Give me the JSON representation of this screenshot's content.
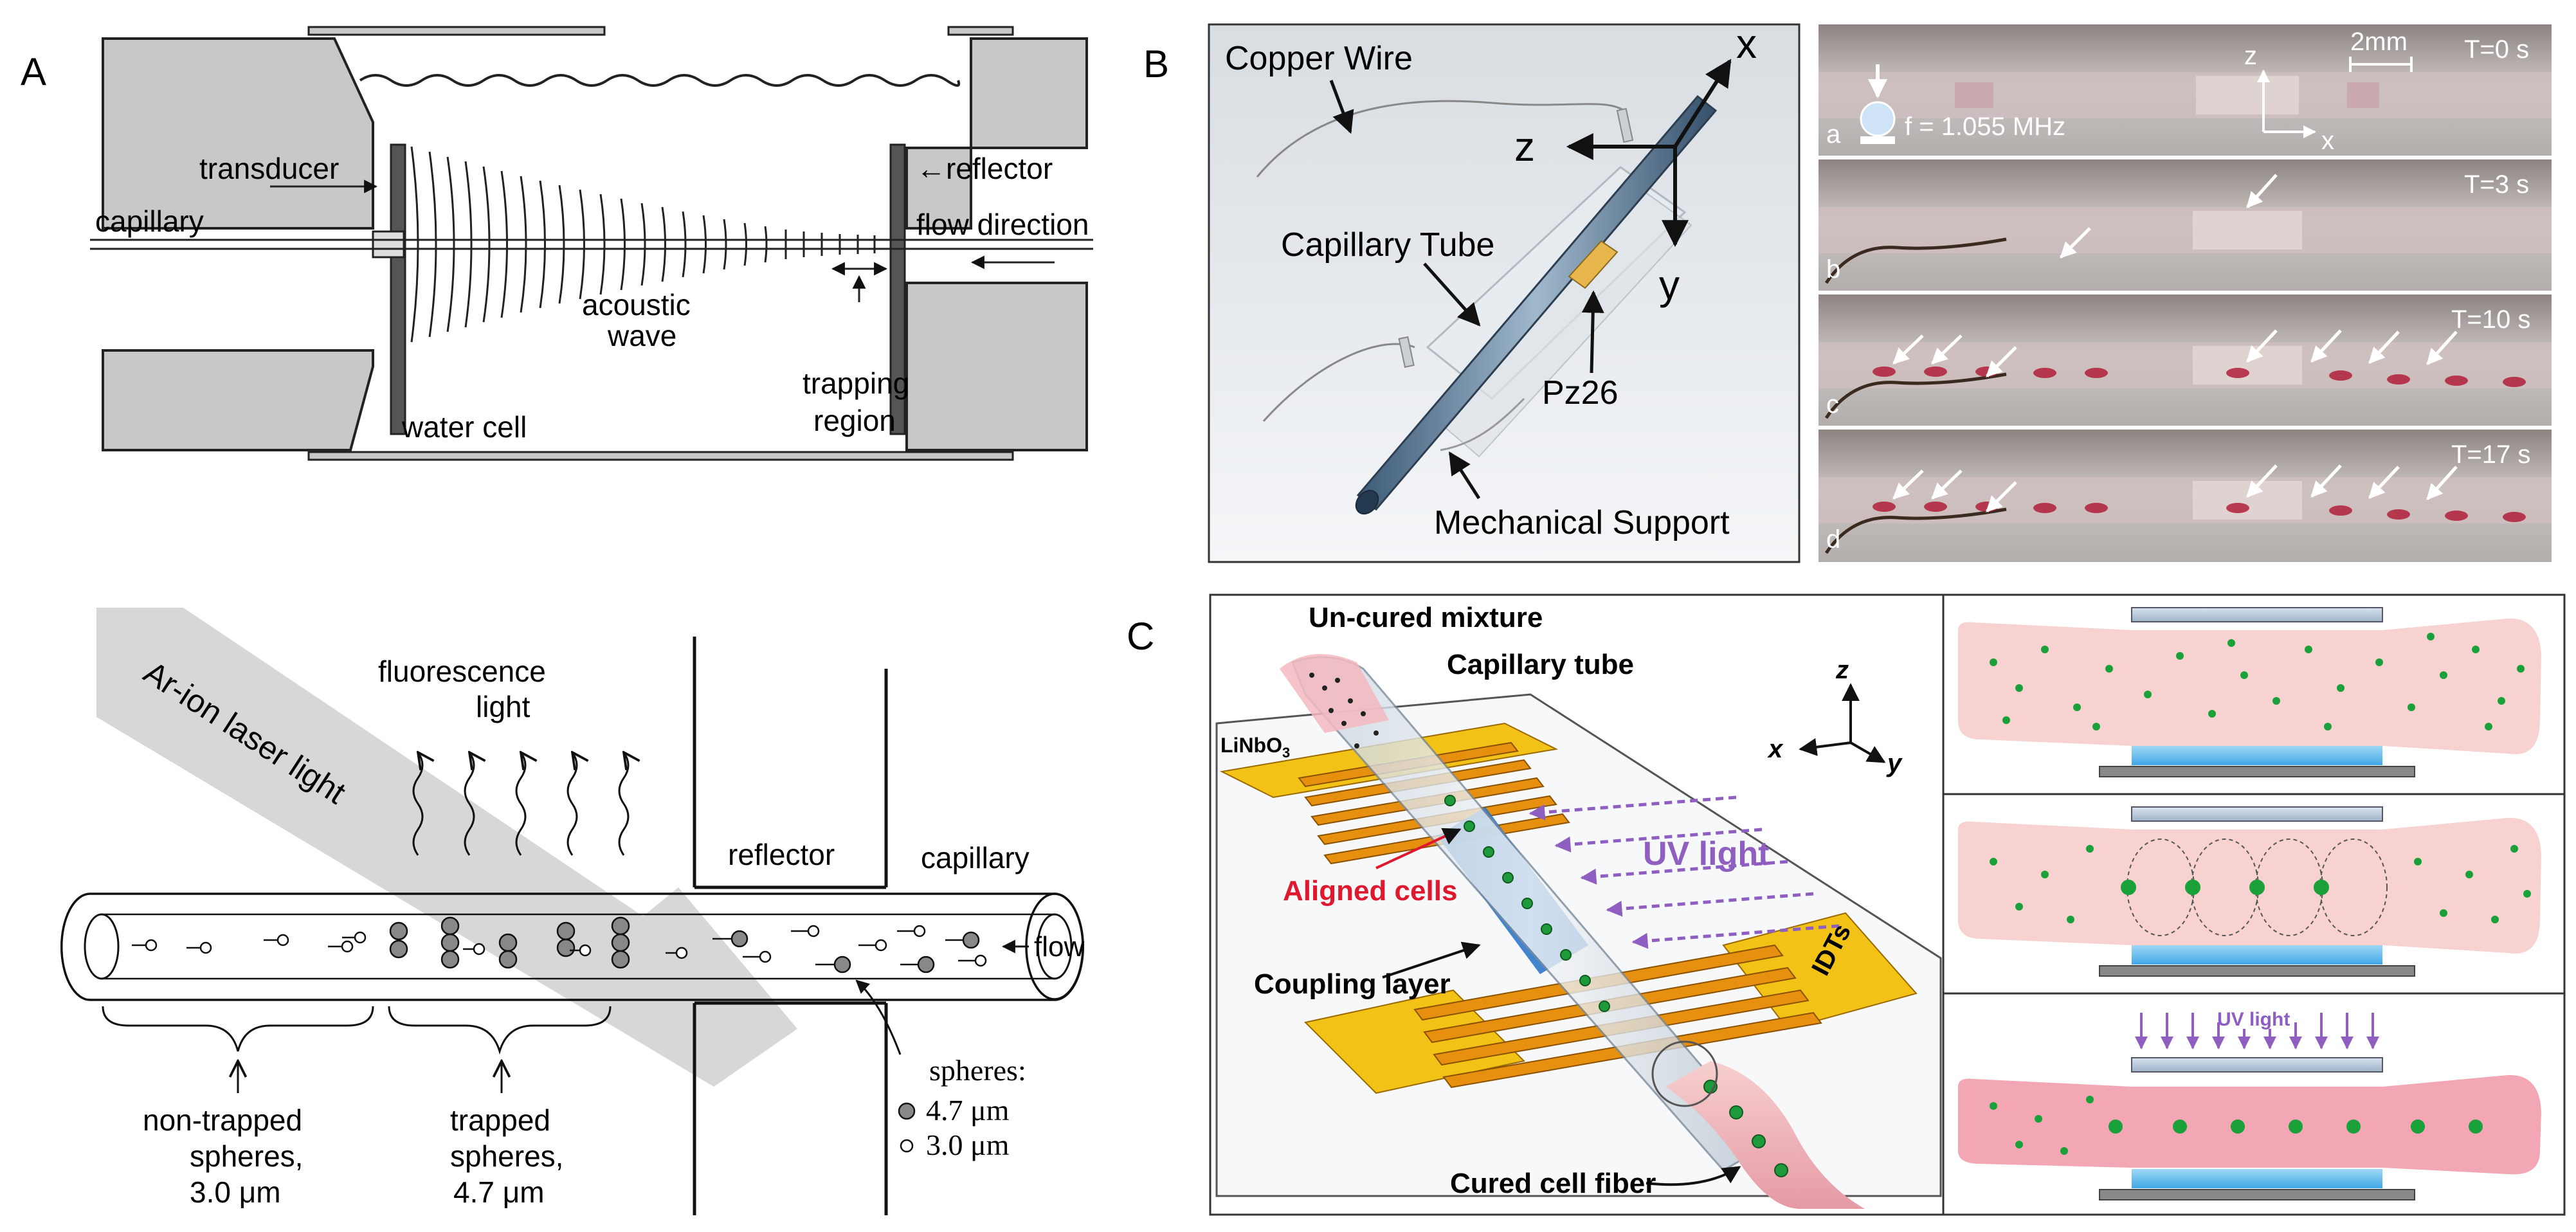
{
  "panel_labels": {
    "a": "A",
    "b": "B",
    "c": "C"
  },
  "panel_a_top": {
    "transducer": "transducer",
    "capillary": "capillary",
    "reflector": "←reflector",
    "flow_direction": "flow direction",
    "acoustic": "acoustic",
    "wave": "wave",
    "trapping": "trapping",
    "region": "region",
    "water_cell": "water cell"
  },
  "panel_a_bottom": {
    "fluorescence": "fluorescence",
    "light": "light",
    "laser": "Ar-ion laser light",
    "reflector": "reflector",
    "capillary": "capillary",
    "flow": "flow",
    "spheres_title": "spheres:",
    "sphere_large": "4.7 μm",
    "sphere_small": "3.0 μm",
    "nontrapped_1": "non-trapped",
    "nontrapped_2": "spheres,",
    "nontrapped_3": "3.0 μm",
    "trapped_1": "trapped",
    "trapped_2": "spheres,",
    "trapped_3": "4.7 μm"
  },
  "panel_b": {
    "copper_wire": "Copper Wire",
    "capillary_tube": "Capillary Tube",
    "pz26": "Pz26",
    "mechanical_support": "Mechanical Support",
    "axis_x": "x",
    "axis_y": "y",
    "axis_z": "z",
    "photo_scale": "2mm",
    "photo_axis_z": "z",
    "photo_axis_x": "x",
    "frequency": "f = 1.055 MHz",
    "frames": [
      {
        "letter": "a",
        "time": "T=0 s"
      },
      {
        "letter": "b",
        "time": "T=3 s"
      },
      {
        "letter": "c",
        "time": "T=10 s"
      },
      {
        "letter": "d",
        "time": "T=17 s"
      }
    ]
  },
  "panel_c": {
    "uncured": "Un-cured mixture",
    "capillary_tube": "Capillary tube",
    "substrate": "LiNbO",
    "substrate_sub": "3",
    "uv_light": "UV light",
    "aligned_cells": "Aligned cells",
    "coupling_layer": "Coupling layer",
    "idts": "IDTs",
    "cured_fiber": "Cured cell fiber",
    "axis_x": "x",
    "axis_y": "y",
    "axis_z": "z",
    "step_uv_light": "UV light"
  },
  "colors": {
    "gray_block": "#c8c8c8",
    "laser_beam": "#d0d0d0",
    "photo_bg": "#b9b4b2",
    "idt_orange": "#e7900f",
    "idt_gold": "#f2c217",
    "coupling_blue": "#2e78c9",
    "uv_purple": "#8e5fc0",
    "aligned_red": "#e0182d",
    "fiber_pink": "#f2b8b8",
    "cell_green": "#1aa13a",
    "step_pink": "#f8d2d0"
  }
}
